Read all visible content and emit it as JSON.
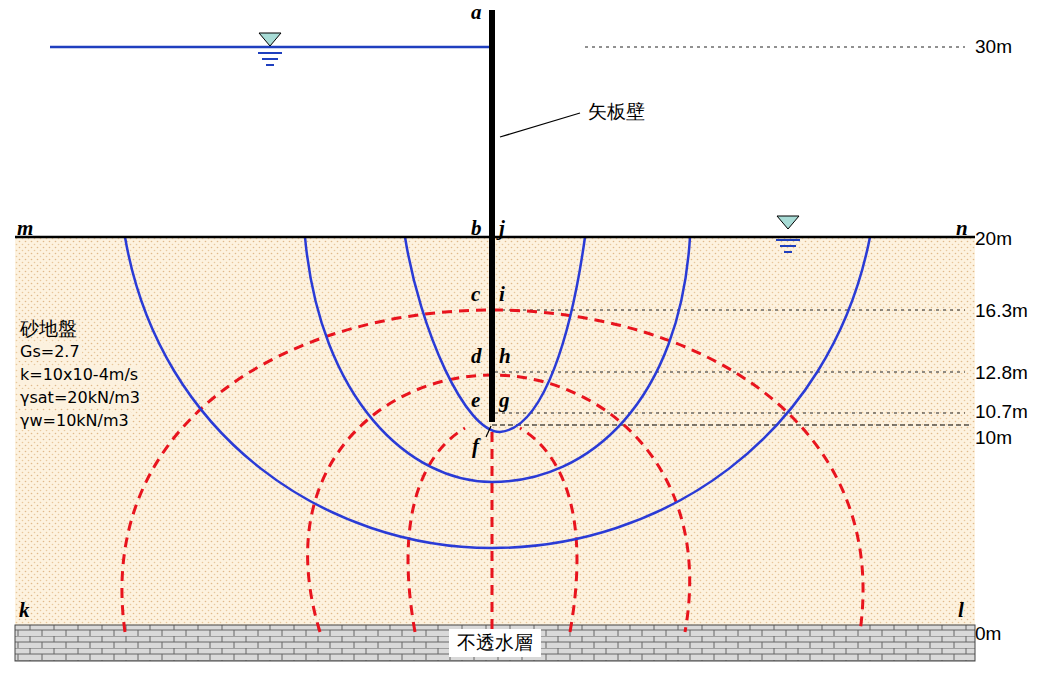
{
  "diagram": {
    "nodes": [
      {
        "text": [
          "不透水層"
        ]
      }
    ],
    "labels": [
      "a",
      "30m",
      "矢板壁",
      "m",
      "b",
      "j",
      "n",
      "20m",
      "c",
      "i",
      "16.3m",
      "砂地盤",
      "Gs=2.7",
      "k=10x10-4m/s",
      "γsat=20kN/m3",
      "γw=10kN/m3",
      "d",
      "h",
      "12.8m",
      "e",
      "g",
      "10.7m",
      "f",
      "10m",
      "k",
      "l",
      "0m"
    ]
  }
}
